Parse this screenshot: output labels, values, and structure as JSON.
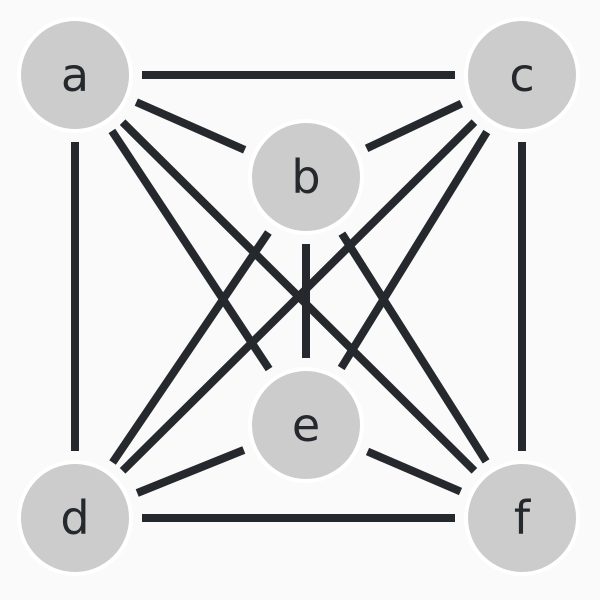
{
  "colors": {
    "background": "#fafafa",
    "node_fill": "#cccccc",
    "node_stroke": "#ffffff",
    "edge": "#25282c",
    "label": "#25282c"
  },
  "nodes": [
    {
      "id": "a",
      "label": "a"
    },
    {
      "id": "b",
      "label": "b"
    },
    {
      "id": "c",
      "label": "c"
    },
    {
      "id": "d",
      "label": "d"
    },
    {
      "id": "e",
      "label": "e"
    },
    {
      "id": "f",
      "label": "f"
    }
  ],
  "edges": [
    [
      "a",
      "c"
    ],
    [
      "a",
      "b"
    ],
    [
      "a",
      "d"
    ],
    [
      "a",
      "e"
    ],
    [
      "a",
      "f"
    ],
    [
      "c",
      "b"
    ],
    [
      "c",
      "d"
    ],
    [
      "c",
      "e"
    ],
    [
      "c",
      "f"
    ],
    [
      "b",
      "d"
    ],
    [
      "b",
      "e"
    ],
    [
      "b",
      "f"
    ],
    [
      "d",
      "e"
    ],
    [
      "d",
      "f"
    ],
    [
      "e",
      "f"
    ]
  ]
}
